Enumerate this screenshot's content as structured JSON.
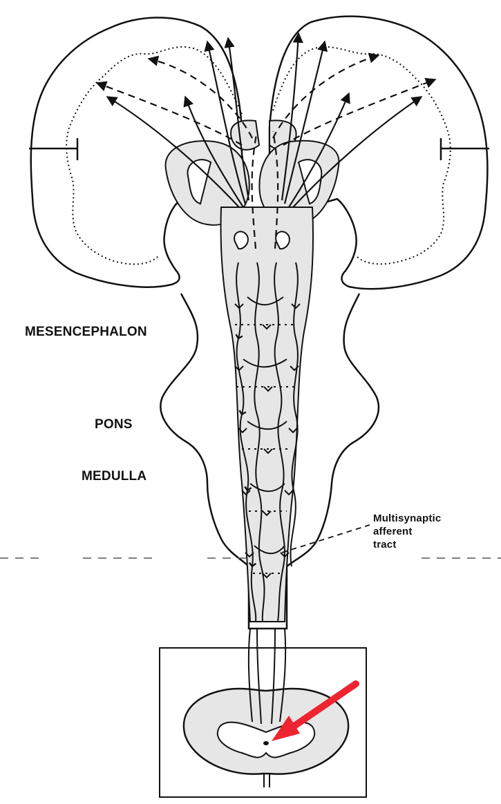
{
  "labels": {
    "mesencephalon": "MESENCEPHALON",
    "pons": "PONS",
    "medulla": "MEDULLA",
    "tract_line1": "Multisynaptic",
    "tract_line2": "afferent",
    "tract_line3": "tract"
  },
  "colors": {
    "ink": "#111111",
    "fill": "#e6e6e6",
    "arrow": "#ee2530",
    "background": "#ffffff"
  },
  "icons": {
    "pointer": "red-arrow-icon"
  }
}
